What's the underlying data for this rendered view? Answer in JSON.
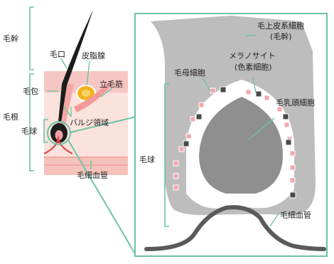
{
  "labels": {
    "hair_shaft": "毛幹",
    "hair_root": "毛根",
    "hair_bulb_left": "毛球",
    "pore": "毛口",
    "sebaceous_gland": "皮脂腺",
    "arrector_pili": "立毛筋",
    "hair_follicle": "毛包",
    "bulge_region": "バルジ領域",
    "capillary_left": "毛細血管",
    "outer_root_sheath_line1": "毛上皮系細胞",
    "outer_root_sheath_line2": "(毛幹)",
    "matrix_cell": "毛母細胞",
    "melanocyte_line1": "メラノサイト",
    "melanocyte_line2": "(色素細胞)",
    "dermal_papilla": "毛乳頭細胞",
    "hair_bulb_right": "毛球",
    "capillary_right": "毛細血管"
  },
  "colors": {
    "accent_green": "#6cc3a4",
    "skin_pink": "#f6c6c3",
    "dermis_pink": "#f9d9d4",
    "sebaceous_yellow": "#f3b21d",
    "papilla_gray": "#8f8f8f",
    "sheath_gray": "#bdbdbd",
    "vessel_gray": "#5a5a5a",
    "hair_black": "#1c1c1c"
  }
}
